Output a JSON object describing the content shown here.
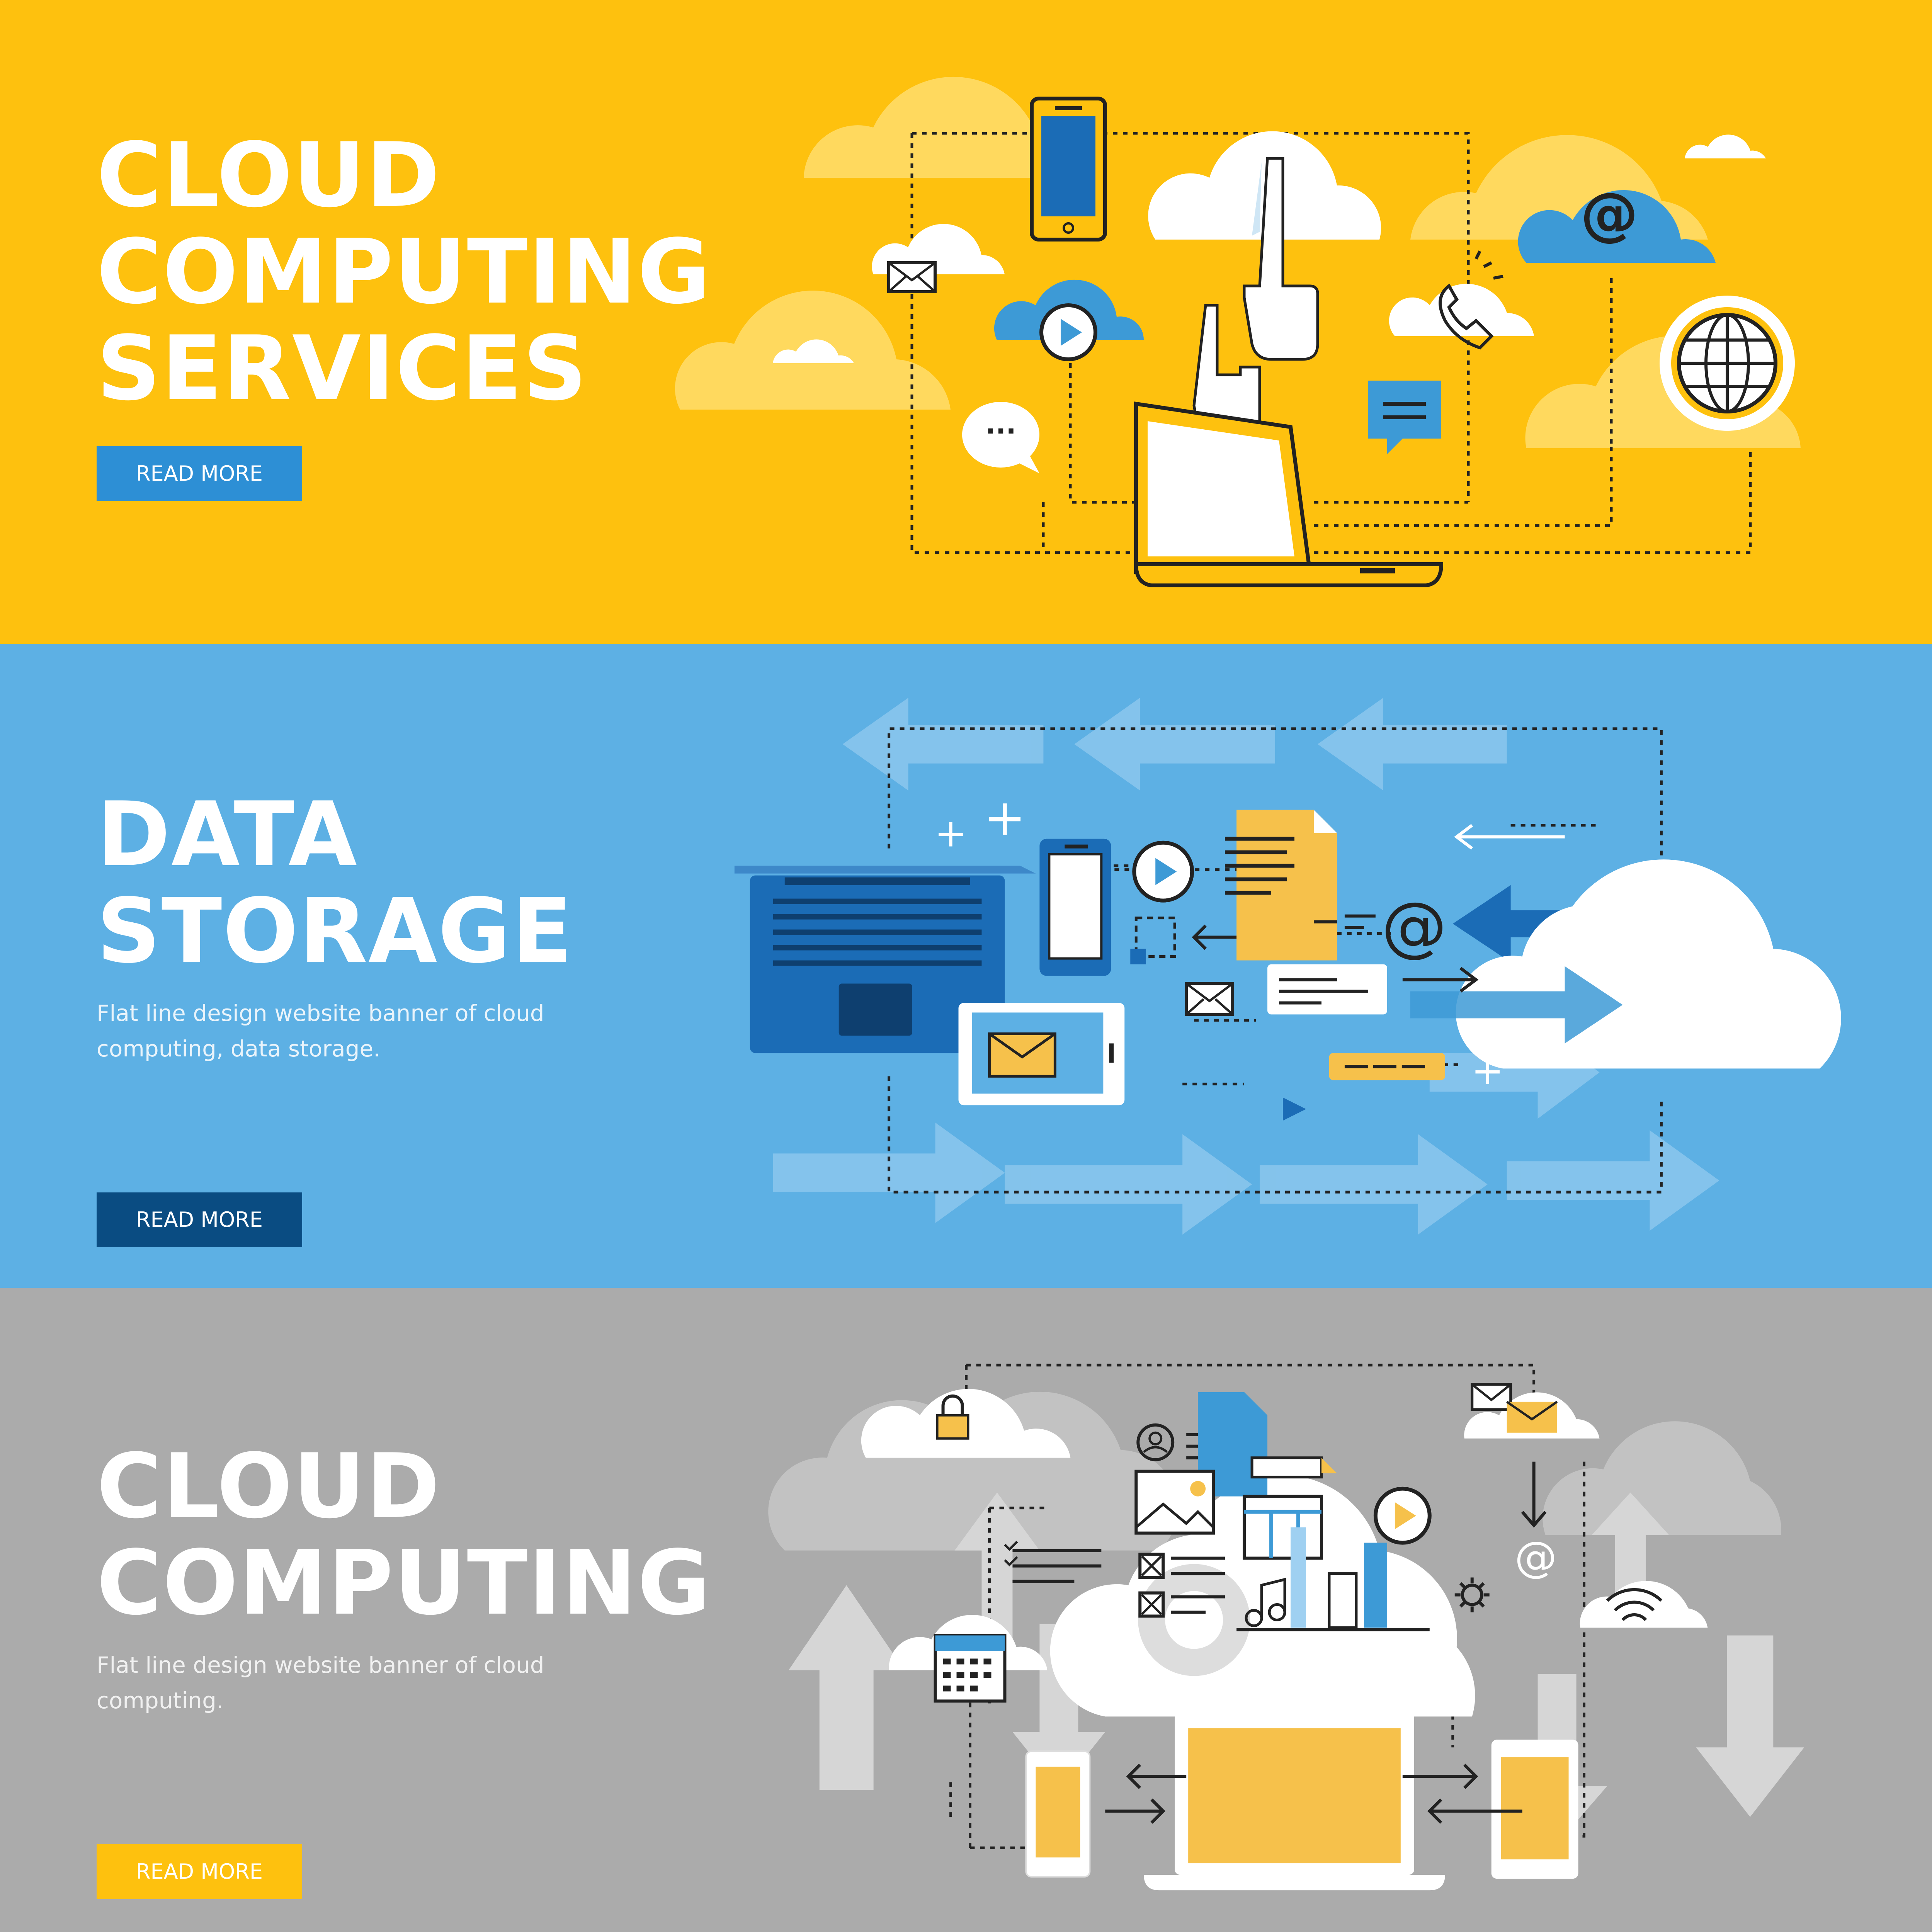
{
  "colors": {
    "yellow": "#fec10e",
    "blue": "#5db0e4",
    "gray": "#ababab",
    "button_blue": "#2d8fd5",
    "button_navy": "#0a4c82",
    "button_yellow": "#fec10e"
  },
  "banners": [
    {
      "title_lines": [
        "CLOUD",
        "COMPUTING",
        "SERVICES"
      ],
      "description": "",
      "button_label": "READ MORE"
    },
    {
      "title_lines": [
        "DATA",
        "STORAGE"
      ],
      "description": "Flat line design website banner of cloud computing, data storage.",
      "button_label": "READ MORE"
    },
    {
      "title_lines": [
        "CLOUD",
        "COMPUTING"
      ],
      "description": "Flat line design website banner of cloud computing.",
      "button_label": "READ MORE"
    }
  ],
  "icons": {
    "banner1": [
      "cloud-icon",
      "smartphone-icon",
      "mail-icon",
      "play-icon",
      "chat-icon",
      "laptop-icon",
      "phone-icon",
      "at-icon",
      "globe-icon",
      "message-icon",
      "hand-pointer-icon"
    ],
    "banner2": [
      "laptop-icon",
      "smartphone-icon",
      "play-icon",
      "document-icon",
      "at-icon",
      "mail-icon",
      "tablet-icon",
      "cloud-icon",
      "arrow-icon"
    ],
    "banner3": [
      "cloud-icon",
      "lock-icon",
      "user-icon",
      "image-icon",
      "calendar-icon",
      "music-icon",
      "gear-icon",
      "wifi-icon",
      "at-icon",
      "mail-icon",
      "laptop-icon",
      "smartphone-icon",
      "tablet-icon"
    ]
  },
  "symbols": {
    "at": "@",
    "play": "▶",
    "plus": "+",
    "ellipsis": "···"
  }
}
